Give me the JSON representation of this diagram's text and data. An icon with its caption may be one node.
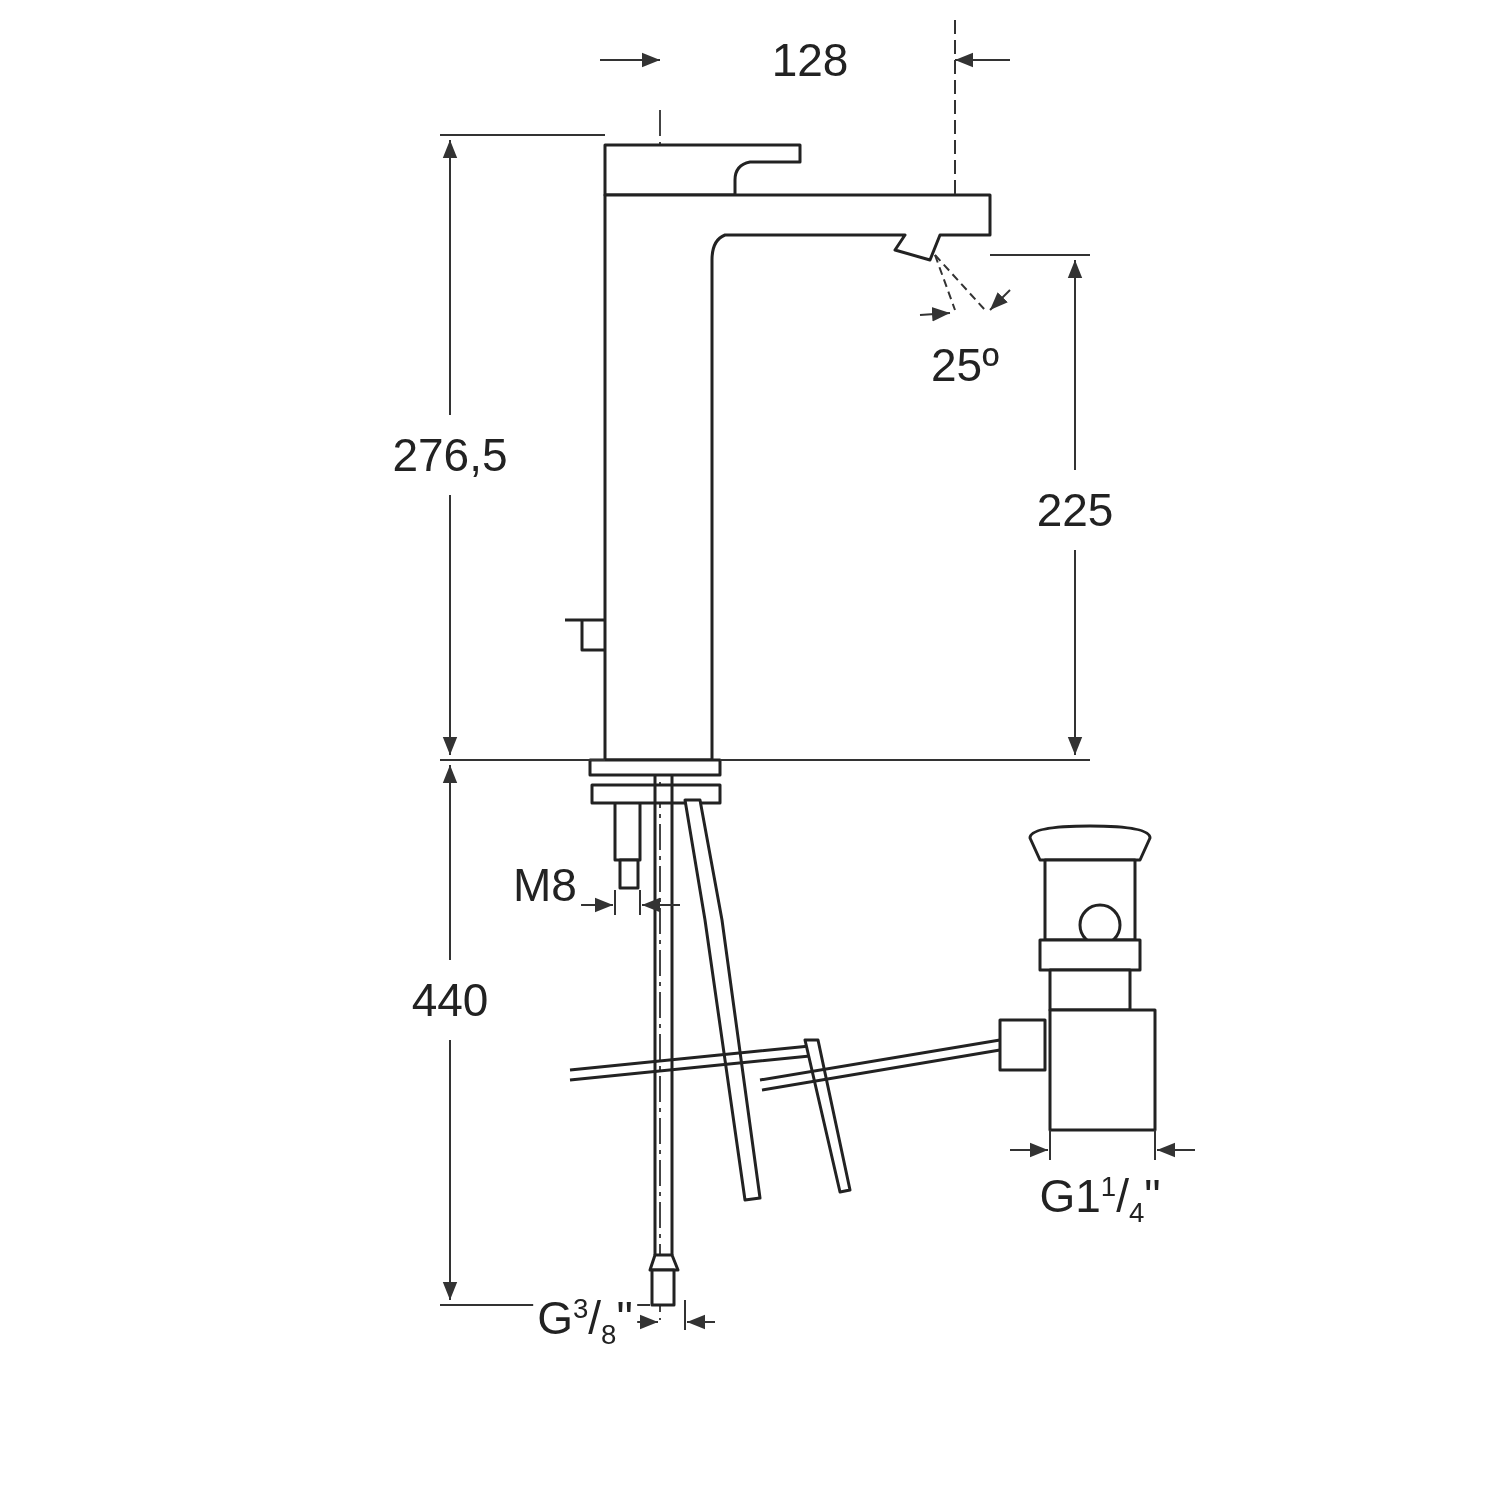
{
  "diagram": {
    "labels": [
      "128",
      "25º",
      "276,5",
      "225",
      "M8",
      "440",
      "G1$^{1}$/$_{4}$\"",
      "G$^{3}$/$_{8}$\""
    ]
  }
}
